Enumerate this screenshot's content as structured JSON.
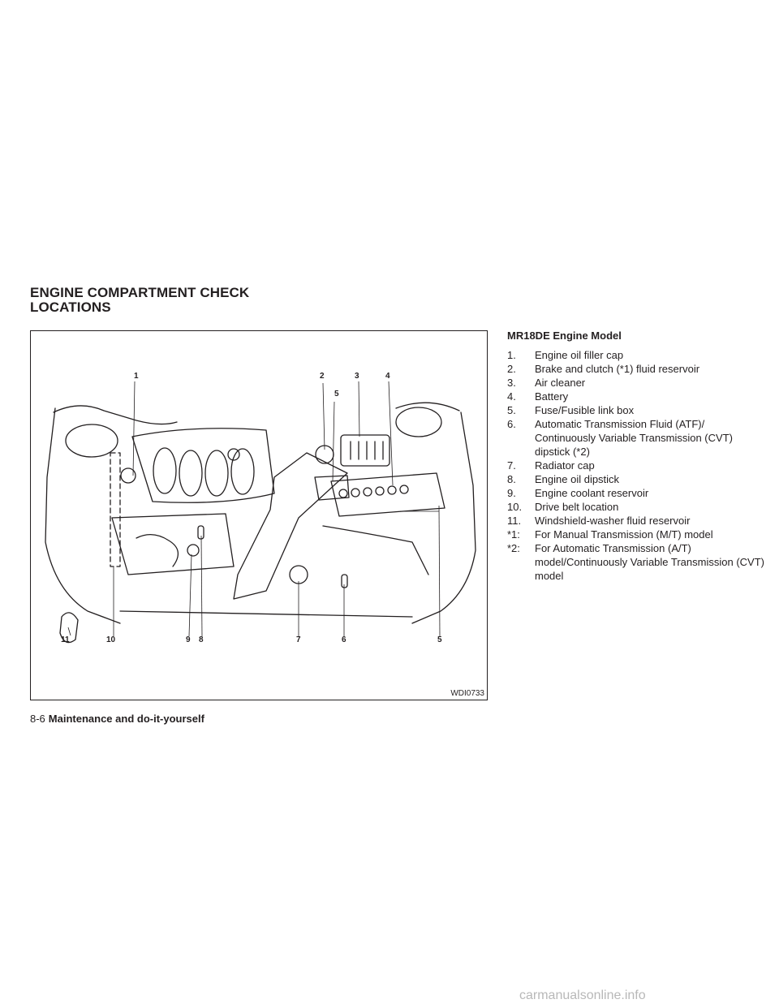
{
  "section_title": [
    "ENGINE COMPARTMENT CHECK",
    "LOCATIONS"
  ],
  "figure": {
    "code": "WDI0733",
    "callouts_top": [
      "1",
      "2",
      "5",
      "3",
      "4"
    ],
    "callouts_bottom": [
      "11",
      "10",
      "9",
      "8",
      "7",
      "6",
      "5"
    ]
  },
  "legend": {
    "heading": "MR18DE Engine Model",
    "items": [
      {
        "num": "1.",
        "text": "Engine oil filler cap"
      },
      {
        "num": "2.",
        "text": "Brake and clutch (*1) fluid reservoir"
      },
      {
        "num": "3.",
        "text": "Air cleaner"
      },
      {
        "num": "4.",
        "text": "Battery"
      },
      {
        "num": "5.",
        "text": "Fuse/Fusible link box"
      },
      {
        "num": "6.",
        "text": "Automatic Transmission Fluid (ATF)/ Continuously Variable Transmission (CVT) dipstick (*2)"
      },
      {
        "num": "7.",
        "text": "Radiator cap"
      },
      {
        "num": "8.",
        "text": "Engine oil dipstick"
      },
      {
        "num": "9.",
        "text": "Engine coolant reservoir"
      },
      {
        "num": "10.",
        "text": "Drive belt location"
      },
      {
        "num": "11.",
        "text": "Windshield-washer fluid reservoir"
      },
      {
        "num": "*1:",
        "text": "For Manual Transmission (M/T) model"
      },
      {
        "num": "*2:",
        "text": "For Automatic Transmission (A/T) model/Continuously Variable Transmission (CVT) model"
      }
    ]
  },
  "footer": {
    "page_number": "8-6",
    "chapter_title": "Maintenance and do-it-yourself"
  },
  "watermark": "carmanualsonline.info"
}
